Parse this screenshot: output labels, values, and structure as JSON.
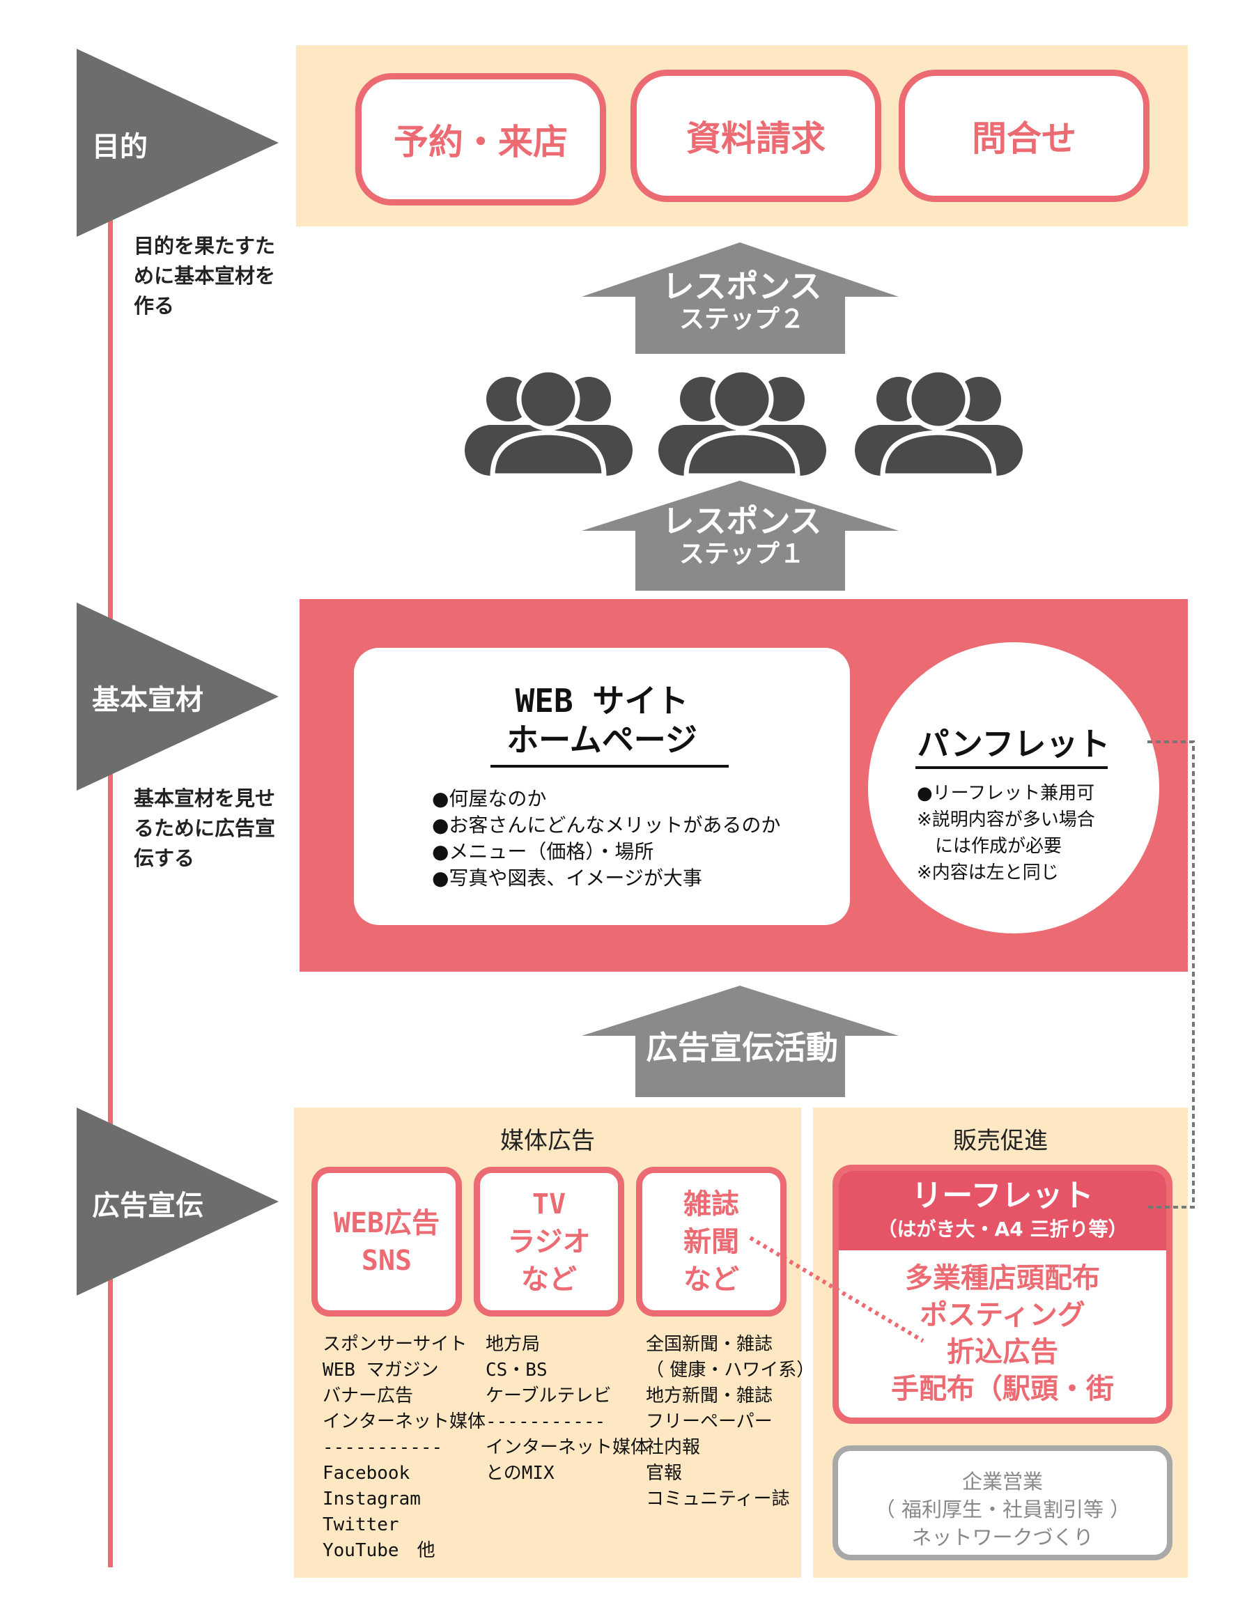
{
  "timeline": {
    "stages": [
      {
        "label": "目的",
        "description": [
          "目的を果たすた",
          "めに基本宣材を",
          "作る"
        ]
      },
      {
        "label": "基本宣材",
        "description": [
          "基本宣材を見せ",
          "るために広告宣",
          "伝する"
        ]
      },
      {
        "label": "広告宣伝",
        "description": []
      }
    ]
  },
  "goals": [
    "予約・来店",
    "資料請求",
    "問合せ"
  ],
  "arrows": {
    "step2": [
      "レスポンス",
      "ステップ２"
    ],
    "step1": [
      "レスポンス",
      "ステップ１"
    ],
    "ad_activity": "広告宣伝活動"
  },
  "basic_materials": {
    "website": {
      "title": [
        "WEB サイト",
        "ホームページ"
      ],
      "points": [
        "●何屋なのか",
        "●お客さんにどんなメリットがあるのか",
        "●メニュー（価格）・場所",
        "●写真や図表、イメージが大事"
      ]
    },
    "pamphlet": {
      "title": "パンフレット",
      "points": [
        "●リーフレット兼用可",
        "※説明内容が多い場合",
        "　には作成が必要",
        "※内容は左と同じ"
      ]
    }
  },
  "media_ads": {
    "heading": "媒体広告",
    "boxes": [
      {
        "lines": [
          "WEB広告",
          "SNS"
        ],
        "list": [
          "スポンサーサイト",
          "WEB マガジン",
          "バナー広告",
          "インターネット媒体",
          "-----------",
          "Facebook",
          "Instagram",
          "Twitter",
          "YouTube　他"
        ]
      },
      {
        "lines": [
          "TV",
          "ラジオ",
          "など"
        ],
        "list": [
          "地方局",
          "CS・BS",
          "ケーブルテレビ",
          "-----------",
          "インターネット媒体",
          "とのMIX"
        ]
      },
      {
        "lines": [
          "雑誌",
          "新聞",
          "など"
        ],
        "list": [
          "全国新聞・雑誌",
          "（ 健康・ハワイ系）",
          "地方新聞・雑誌",
          "フリーペーパー",
          "社内報",
          "官報",
          "コミュニティー誌"
        ]
      }
    ]
  },
  "sales_promo": {
    "heading": "販売促進",
    "leaflet": {
      "title": "リーフレット",
      "subtitle": "（はがき大・A4 三折り等）",
      "items": [
        "多業種店頭配布",
        "ポスティング",
        "折込広告",
        "手配布（駅頭・街"
      ]
    },
    "corporate": [
      "企業営業",
      "（ 福利厚生・社員割引等 ）",
      "ネットワークづくり"
    ]
  },
  "colors": {
    "accent": "#ec6b73",
    "peach": "#fde8c3",
    "gray": "#6d6d6d",
    "arrow_gray": "#8a8a8a",
    "people": "#4a4a4a"
  }
}
